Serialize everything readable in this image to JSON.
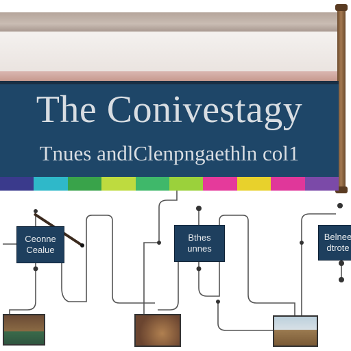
{
  "header": {
    "title": "The Conivestagy",
    "subtitle": "Tnues andlClenpngaethln col1"
  },
  "color_strip": [
    "#3a3a8c",
    "#2fb8c9",
    "#39a34a",
    "#bedb3f",
    "#3fb86a",
    "#9bd13b",
    "#e53a9b",
    "#e8d12c",
    "#e0379a",
    "#7b4aa8"
  ],
  "nodes": [
    {
      "line1": "Ceonne",
      "line2": "Cealue"
    },
    {
      "line1": "Bthes",
      "line2": "unnes"
    },
    {
      "line1": "Belnee",
      "line2": "dtrote"
    }
  ],
  "thumbnails": [
    {
      "name": "landscape-thumb-left"
    },
    {
      "name": "landscape-thumb-middle"
    },
    {
      "name": "landscape-thumb-right"
    }
  ]
}
